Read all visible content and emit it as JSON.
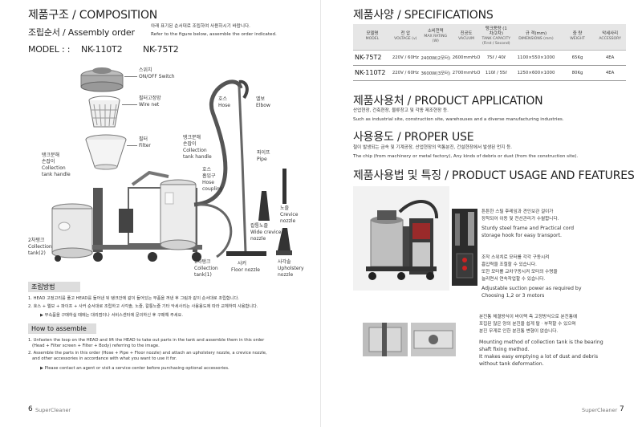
{
  "left": {
    "title": "제품구조 / COMPOSITION",
    "assembly_title": "조립순서 / Assembly order",
    "assembly_note_ko": "아래 표기된 순서대로 조립하여 사용하시기 바랍니다.",
    "assembly_note_en": "Refer to the figure below, assemble the order indicated.",
    "model_label": "MODEL : :",
    "model_1": "NK-110T2",
    "model_2": "NK-75T2",
    "parts": {
      "switch_ko": "스위치",
      "switch_en": "ON/OFF Switch",
      "wire_ko": "필터고정망",
      "wire_en": "Wire net",
      "filter_ko": "필터",
      "filter_en": "Filter",
      "tank_handle_ko": "탱크분해",
      "tank_handle_ko2": "손잡이",
      "tank_handle_en1": "Collection",
      "tank_handle_en2": "tank handle",
      "left_handle_ko1": "탱크분해",
      "left_handle_ko2": "손잡이",
      "left_handle_en1": "Collection",
      "left_handle_en2": "tank handle",
      "hose_ko": "호스",
      "hose_en": "Hose",
      "elbow_ko": "엘보",
      "elbow_en": "Elbow",
      "coupling_ko1": "호스",
      "coupling_ko2": "흡입구",
      "coupling_en1": "Hose",
      "coupling_en2": "coupling",
      "pipe_ko": "파이프",
      "pipe_en": "Pipe",
      "crevice_ko": "노즐",
      "crevice_en1": "Crevice",
      "crevice_en2": "nozzle",
      "wide_ko": "칼퉁노즐",
      "wide_en1": "Wide crevice",
      "wide_en2": "nozzle",
      "tank2_ko": "2차탱크",
      "tank2_en1": "Collection",
      "tank2_en2": "tank(2)",
      "tank1_ko": "1차탱크",
      "tank1_en1": "Collection",
      "tank1_en2": "tank(1)",
      "floor_ko": "사커",
      "floor_en": "Floor nozzle",
      "uph_ko": "사각솔",
      "uph_en1": "Upholstery",
      "uph_en2": "nozzle"
    },
    "method_ko_heading": "조립방법",
    "method_ko_1": "1. HEAD 고정고리를 풀고 HEAD를 들어낸 뒤 탱크안에 같이 들어있는 부품을 꺼낸 후 그림과 같이 순서대로 조립합니다.",
    "method_ko_2": "2. 호스 + 엘보 + 파이프 + 사커 순서대로 조립하고 사각솔, 노즐, 칼퉁노즐 기타 악세사리는 사용용도에 따라 교체하여 사용합니다.",
    "method_ko_note": "▶ 부속품을 구매하실 때에는 대리점이나 서비스센터에 문의하신 후 구매해 주세요.",
    "method_en_heading": "How to assemble",
    "method_en_1a": "1. Unfasten the loop on the HEAD and lift the HEAD to take out parts in the tank and assemble them in this order",
    "method_en_1b": "(Head + Filter screen + Filter + Body) referring to the image.",
    "method_en_2a": "2. Assemble the parts in this order (Hose + Pipe + Floor nozzle) and attach an upholstery nozzle, a crevice nozzle,",
    "method_en_2b": "and other accessories in accordance with what you want to use it for.",
    "method_en_note": "▶ Please contact an agent or visit a service center before purchasing optional accessories.",
    "page_number": "6",
    "footer": "SuperCleaner"
  },
  "right": {
    "spec_title": "제품사양 / SPECIFICATIONS",
    "spec_headers": [
      {
        "ko": "모델명",
        "en": "MODEL"
      },
      {
        "ko": "전 압",
        "en": "VOLTAGE (v)"
      },
      {
        "ko": "소비전력",
        "en": "MAX RATING (W)"
      },
      {
        "ko": "진공도",
        "en": "VACUUM"
      },
      {
        "ko": "탱크용량 (1차/2차)",
        "en": "TANK CAPACITY (First / Second)"
      },
      {
        "ko": "규 격(mm)",
        "en": "DIMENSIONS (mm)"
      },
      {
        "ko": "중 량",
        "en": "WEIGHT"
      },
      {
        "ko": "악세사리",
        "en": "ACCESSORY"
      }
    ],
    "spec_rows": [
      [
        "NK-75T2",
        "220V / 60Hz",
        "2400W(2모터)",
        "2600mmH₂O",
        "75ℓ / 40ℓ",
        "1100×550×1000",
        "65Kg",
        "4EA"
      ],
      [
        "NK-110T2",
        "220V / 60Hz",
        "3600W(3모터)",
        "2700mmH₂O",
        "110ℓ / 55ℓ",
        "1250×600×1000",
        "80Kg",
        "4EA"
      ]
    ],
    "app_title": "제품사용처 / PRODUCT APPLICATION",
    "app_ko": "산업현장, 건축현장, 물류창고 및 각종 제조현장 등.",
    "app_en": "Such as industrial site, construction site, warehouses and a diverse manufacturing industries.",
    "use_title": "사용용도 / PROPER USE",
    "use_ko": "철이 발생되는 금속 및 기계공장, 산업현장의 먹통분진, 건설현장에서 발생된 먼지 등.",
    "use_en": "The chip (from machinery or metal factory), Any kinds of debris or dust (from the construction site).",
    "feat_title": "제품사용법 및 특징 / PRODUCT USAGE AND FEATURES",
    "feat_1_ko1": "튼튼한 스틸 후레임과 견인보관 걸이가",
    "feat_1_ko2": "장착되어 이동 및 전선관리가 수월합니다.",
    "feat_1_en1": "Sturdy steel frame and Practical cord",
    "feat_1_en2": "storage hook for easy transport.",
    "feat_2_ko1": "조작 스위치로 모터를 각각 구동시켜",
    "feat_2_ko2": "흡입력을 조절할 수 있습니다.",
    "feat_2_ko3": "또한 모터를 교차구동시켜 모터의 수명을",
    "feat_2_ko4": "늘리면서 연속작업할 수 있습니다.",
    "feat_2_en1": "Adjustable suction power as required by",
    "feat_2_en2": "Choosing 1,2 or 3 motors",
    "feat_3_ko1": "분진통 체결방식이 바이렉 측 고정방식으로 분진통에",
    "feat_3_ko2": "포집된 많은 양의 분진을 쉽게 탈ㆍ부착할 수 있으며",
    "feat_3_ko3": "분진 무게로 인한 분진통 변형이 없습니다.",
    "feat_3_en1": "Mounting method of collection tank is the bearing",
    "feat_3_en2": "shaft fixing method.",
    "feat_3_en3": "It makes easy emptying a lot of dust and debris",
    "feat_3_en4": "without tank deformation.",
    "footer": "SuperCleaner",
    "page_number": "7"
  }
}
